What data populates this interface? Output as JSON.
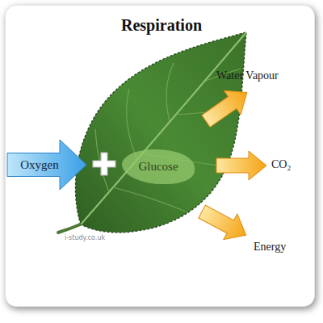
{
  "diagram": {
    "title": "Respiration",
    "nodes": [
      {
        "text": [
          "Oxygen"
        ]
      },
      {
        "text": [
          "Glucose"
        ]
      }
    ],
    "labels": [
      "Water Vapour",
      "CO₂",
      "Energy",
      "i-study.co.uk"
    ]
  }
}
